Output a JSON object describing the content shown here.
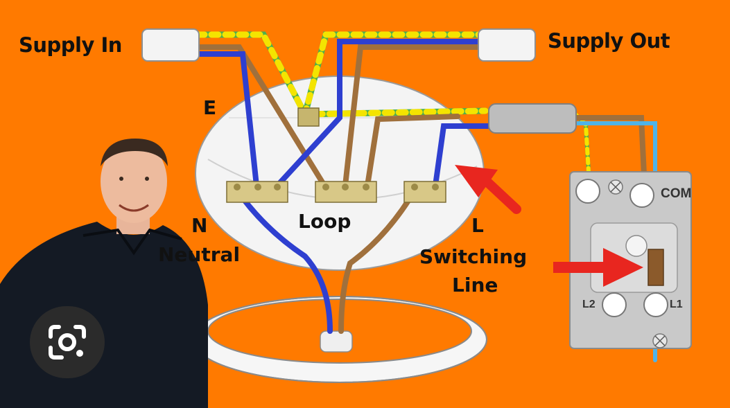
{
  "labels": {
    "supply_in": "Supply In",
    "supply_out": "Supply Out",
    "earth": "E",
    "neutral_letter": "N",
    "neutral_word": "Neutral",
    "loop": "Loop",
    "line_letter": "L",
    "switching": "Switching",
    "line_word": "Line",
    "com": "COM",
    "l1": "L1",
    "l2": "L2"
  },
  "colors": {
    "background": "#ff7a00",
    "brown_wire": "#a0703c",
    "blue_wire": "#2e3fd0",
    "earth_green": "#4caf50",
    "earth_yellow": "#f4e400",
    "switch_blue": "#4fb3e8",
    "arrow_red": "#e8261f"
  },
  "icons": {
    "lens": "google-lens-icon"
  }
}
